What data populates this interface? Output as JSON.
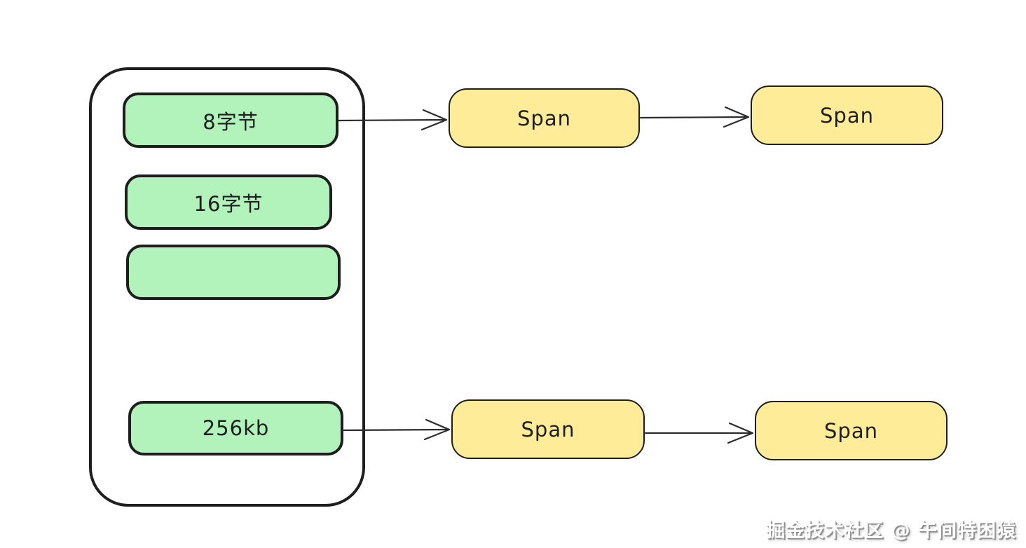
{
  "palette": {
    "background": "#ffffff",
    "stroke": "#1e1e1e",
    "green_block_fill": "#b2f2bb",
    "yellow_node_fill": "#ffec99"
  },
  "memory_container": {
    "blocks": [
      {
        "label": "8字节"
      },
      {
        "label": "16字节"
      },
      {
        "label": ""
      },
      {
        "label": "256kb"
      }
    ]
  },
  "span_nodes": [
    {
      "label": "Span"
    },
    {
      "label": "Span"
    },
    {
      "label": "Span"
    },
    {
      "label": "Span"
    }
  ],
  "arrows": [
    {
      "from": "block-8bytes",
      "to": "span-top-1"
    },
    {
      "from": "span-top-1",
      "to": "span-top-2"
    },
    {
      "from": "block-256kb",
      "to": "span-bottom-1"
    },
    {
      "from": "span-bottom-1",
      "to": "span-bottom-2"
    }
  ],
  "watermark": {
    "text": "掘金技术社区 @ 午间特困猿"
  }
}
